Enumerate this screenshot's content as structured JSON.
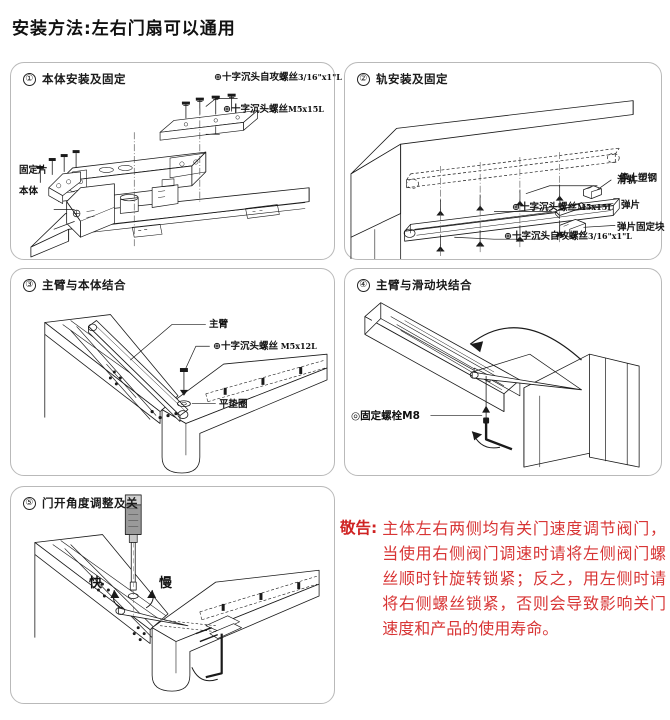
{
  "title": "安装方法:左右门扇可以通用",
  "panels": [
    {
      "num": "①",
      "heading": "本体安装及固定",
      "labels": [
        {
          "id": "p1-screw-self-tap",
          "text": "⊕十字沉头自攻螺丝",
          "spec": "3/16\"x1\"L"
        },
        {
          "id": "p1-screw-m5x15",
          "text": "⊕十字沉头螺丝",
          "spec": "M5x15L"
        },
        {
          "id": "p1-fixing-plate",
          "text": "固定片",
          "spec": ""
        },
        {
          "id": "p1-body",
          "text": "本体",
          "spec": ""
        }
      ]
    },
    {
      "num": "②",
      "heading": "轨安装及固定",
      "labels": [
        {
          "id": "p2-stop-plastic",
          "text": "停止塑钢",
          "spec": ""
        },
        {
          "id": "p2-spring-plate",
          "text": "弹片",
          "spec": ""
        },
        {
          "id": "p2-spring-block",
          "text": "弹片固定块",
          "spec": ""
        },
        {
          "id": "p2-slide-rail",
          "text": "滑轨",
          "spec": ""
        },
        {
          "id": "p2-screw-m5x15",
          "text": "⊕十字沉头螺丝",
          "spec": "M5x15L"
        },
        {
          "id": "p2-screw-self-tap",
          "text": "⊕十字沉头自攻螺丝",
          "spec": "3/16\"x1\"L"
        }
      ]
    },
    {
      "num": "③",
      "heading": "主臂与本体结合",
      "labels": [
        {
          "id": "p3-main-arm",
          "text": "主臂",
          "spec": ""
        },
        {
          "id": "p3-screw-m5x12",
          "text": "⊕十字沉头螺丝",
          "spec": "M5x12L"
        },
        {
          "id": "p3-flat-washer",
          "text": "平垫圈",
          "spec": ""
        }
      ]
    },
    {
      "num": "④",
      "heading": "主臂与滑动块结合",
      "labels": [
        {
          "id": "p4-fixing-bolt",
          "text": "◎固定螺栓M8",
          "spec": ""
        }
      ]
    },
    {
      "num": "⑤",
      "heading": "门开角度调整及关",
      "labels": [
        {
          "id": "p5-fast",
          "text": "快",
          "spec": ""
        },
        {
          "id": "p5-slow",
          "text": "慢",
          "spec": ""
        }
      ]
    }
  ],
  "warning": {
    "head": "敬告:",
    "body": "主体左右两侧均有关门速度调节阀门，当使用右侧阀门调速时请将左侧阀门螺丝顺时针旋转锁紧；反之，用左侧时请将右侧螺丝锁紧，否则会导致影响关门速度和产品的使用寿命。",
    "color": "#d83535"
  },
  "colors": {
    "panel_border": "#b9b9b9",
    "line": "#1a1a1a",
    "background": "#ffffff",
    "warning_red": "#d83535"
  }
}
